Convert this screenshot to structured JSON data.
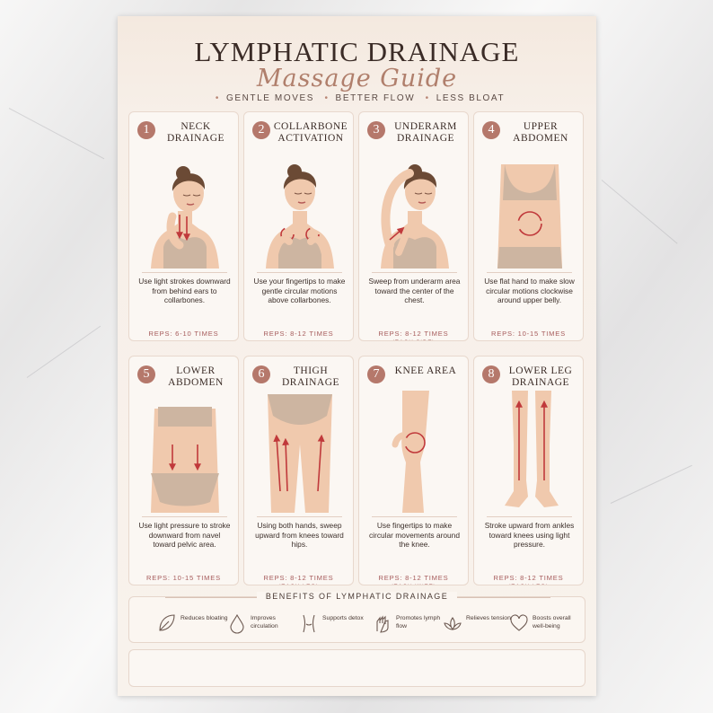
{
  "header": {
    "title": "LYMPHATIC DRAINAGE",
    "subtitle": "Massage Guide",
    "tagline": [
      "GENTLE MOVES",
      "BETTER FLOW",
      "LESS BLOAT"
    ]
  },
  "steps": [
    {
      "num": "1",
      "title": "NECK DRAINAGE",
      "desc": "Use light strokes downward from behind ears to collarbones.",
      "reps": "REPS: 6-10 TIMES",
      "reps_sub": ""
    },
    {
      "num": "2",
      "title": "COLLARBONE ACTIVATION",
      "desc": "Use your fingertips to make gentle circular motions above collarbones.",
      "reps": "REPS: 8-12 TIMES",
      "reps_sub": ""
    },
    {
      "num": "3",
      "title": "UNDERARM DRAINAGE",
      "desc": "Sweep from underarm area toward the center of the chest.",
      "reps": "REPS: 8-12 TIMES",
      "reps_sub": "(EACH SIDE)"
    },
    {
      "num": "4",
      "title": "UPPER ABDOMEN",
      "desc": "Use flat hand to make slow circular motions clockwise around upper belly.",
      "reps": "REPS: 10-15 TIMES",
      "reps_sub": ""
    },
    {
      "num": "5",
      "title": "LOWER ABDOMEN",
      "desc": "Use light pressure to stroke downward from navel toward pelvic area.",
      "reps": "REPS: 10-15 TIMES",
      "reps_sub": ""
    },
    {
      "num": "6",
      "title": "THIGH DRAINAGE",
      "desc": "Using both hands, sweep upward from knees toward hips.",
      "reps": "REPS: 8-12 TIMES",
      "reps_sub": "(EACH LEG)"
    },
    {
      "num": "7",
      "title": "KNEE AREA",
      "desc": "Use fingertips to make circular movements around the knee.",
      "reps": "REPS: 8-12 TIMES",
      "reps_sub": "(EACH KNEE)"
    },
    {
      "num": "8",
      "title": "LOWER LEG DRAINAGE",
      "desc": "Stroke upward from ankles toward knees using light pressure.",
      "reps": "REPS: 8-12 TIMES",
      "reps_sub": "(EACH LEG)"
    }
  ],
  "benefits": {
    "title": "BENEFITS OF LYMPHATIC DRAINAGE",
    "items": [
      {
        "label": "Reduces bloating",
        "icon": "leaf-icon"
      },
      {
        "label": "Improves circulation",
        "icon": "droplet-icon"
      },
      {
        "label": "Supports detox",
        "icon": "torso-icon"
      },
      {
        "label": "Promotes lymph flow",
        "icon": "hand-icon"
      },
      {
        "label": "Relieves tension",
        "icon": "lotus-icon"
      },
      {
        "label": "Boosts overall well-being",
        "icon": "heart-icon"
      }
    ]
  },
  "colors": {
    "accent": "#b5786b",
    "arrow": "#c0393b",
    "skin": "#f0c9ad",
    "bra": "#cdb5a1",
    "text": "#3b2c27"
  }
}
